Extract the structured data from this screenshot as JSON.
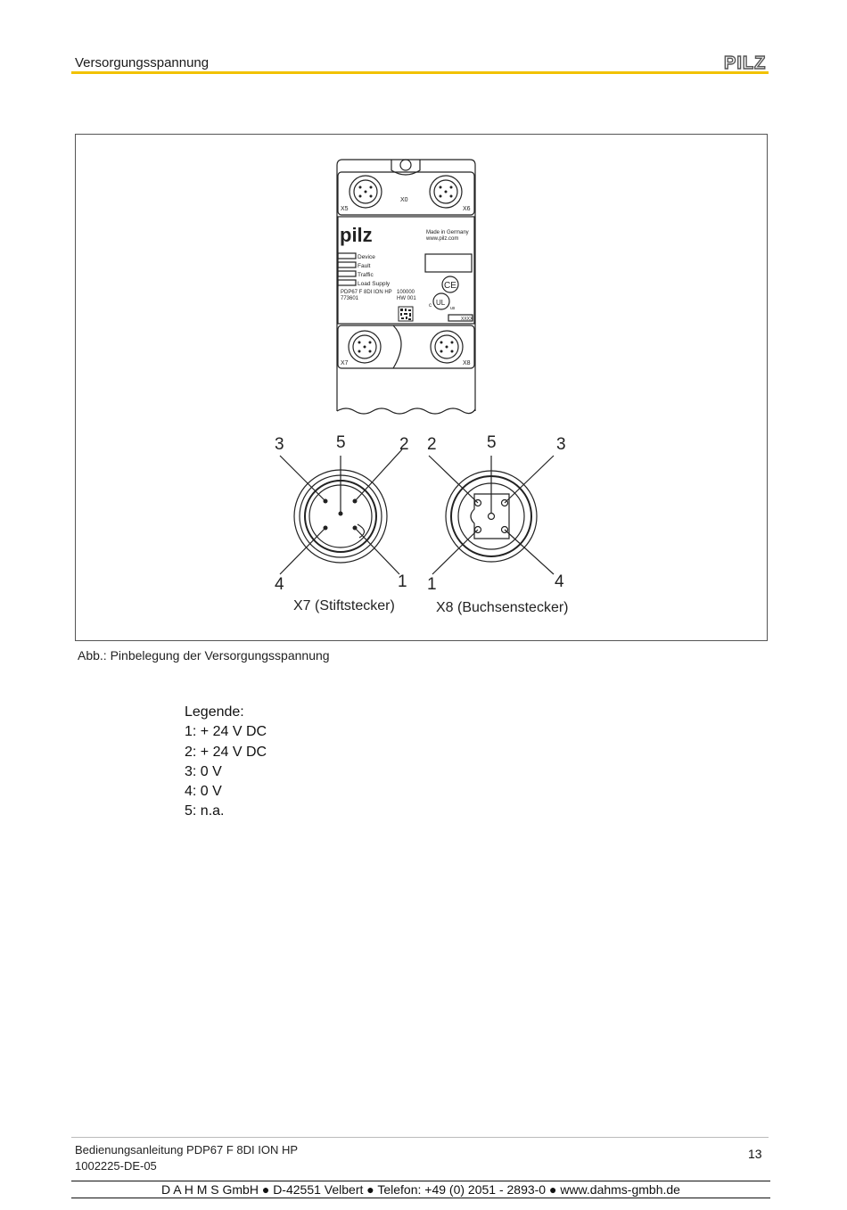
{
  "header": {
    "title": "Versorgungsspannung",
    "logo": "PILZ"
  },
  "device": {
    "ports": [
      "X5",
      "X0",
      "X6",
      "X7",
      "X8"
    ],
    "brand": "pilz",
    "made_in": "Made in Germany",
    "website": "www.pilz.com",
    "leds": [
      "Device",
      "Fault",
      "Traffic",
      "Load Supply"
    ],
    "model": "PDP67 F 8DI ION HP",
    "order_no": "773601",
    "serial": "100000",
    "hw": "HW 001",
    "ce_mark": "CE",
    "ul_mark": "UL",
    "ul_c": "c",
    "ul_us": "us",
    "small_label": "XXXX"
  },
  "connectors": {
    "x7": {
      "label": "X7 (Stiftstecker)",
      "pins": [
        "3",
        "5",
        "2",
        "4",
        "1"
      ]
    },
    "x8": {
      "label": "X8 (Buchsenstecker)",
      "pins": [
        "2",
        "5",
        "3",
        "1",
        "4"
      ]
    }
  },
  "caption": "Abb.: Pinbelegung der Versorgungsspannung",
  "legend": {
    "title": "Legende:",
    "items": [
      "1: + 24 V DC",
      "2: + 24 V DC",
      "3: 0 V",
      "4: 0 V",
      "5: n.a."
    ]
  },
  "footer": {
    "document": "Bedienungsanleitung PDP67 F 8DI ION HP",
    "doc_id": "1002225-DE-05",
    "page": "13",
    "publisher": "D A H M S  GmbH ● D-42551 Velbert ● Telefon: +49 (0) 2051 - 2893-0 ● www.dahms-gmbh.de"
  }
}
